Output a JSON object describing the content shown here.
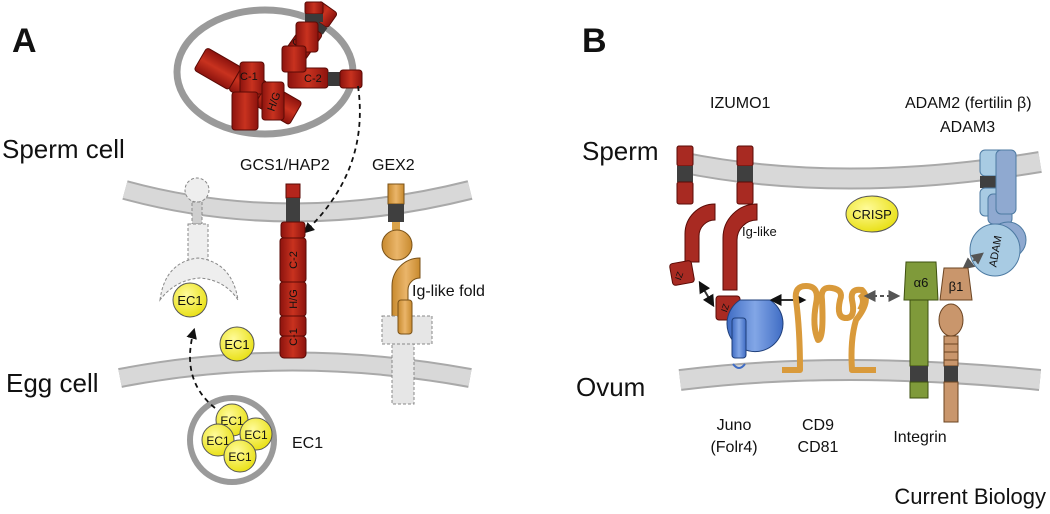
{
  "panel_a": {
    "letter": "A",
    "sperm_cell": "Sperm cell",
    "egg_cell": "Egg cell",
    "gcs1": "GCS1/HAP2",
    "gex2": "GEX2",
    "ig_fold": "Ig-like fold",
    "ec1": "EC1",
    "c1": "C-1",
    "c2": "C-2",
    "hg": "H/G"
  },
  "panel_b": {
    "letter": "B",
    "sperm": "Sperm",
    "ovum": "Ovum",
    "izumo1": "IZUMO1",
    "adam_line1": "ADAM2 (fertilin β)",
    "adam_line2": "ADAM3",
    "crisp": "CRISP",
    "ig_like": "Ig-like",
    "iz": "IZ",
    "adam": "ADAM",
    "alpha6": "α6",
    "beta1": "β1",
    "juno_line1": "Juno",
    "juno_line2": "(Folr4)",
    "cd9": "CD9",
    "cd81": "CD81",
    "integrin": "Integrin"
  },
  "footer": "Current Biology",
  "colors": {
    "red": "#b3251c",
    "orange": "#e0a348",
    "yellow": "#f3ec19",
    "membrane": "#d3d3d3",
    "blue": "#5b86d6",
    "green": "#7f9a3a",
    "tan": "#c9966c",
    "lightblue": "#a8cbe3",
    "cd_orange": "#d99a3b"
  }
}
